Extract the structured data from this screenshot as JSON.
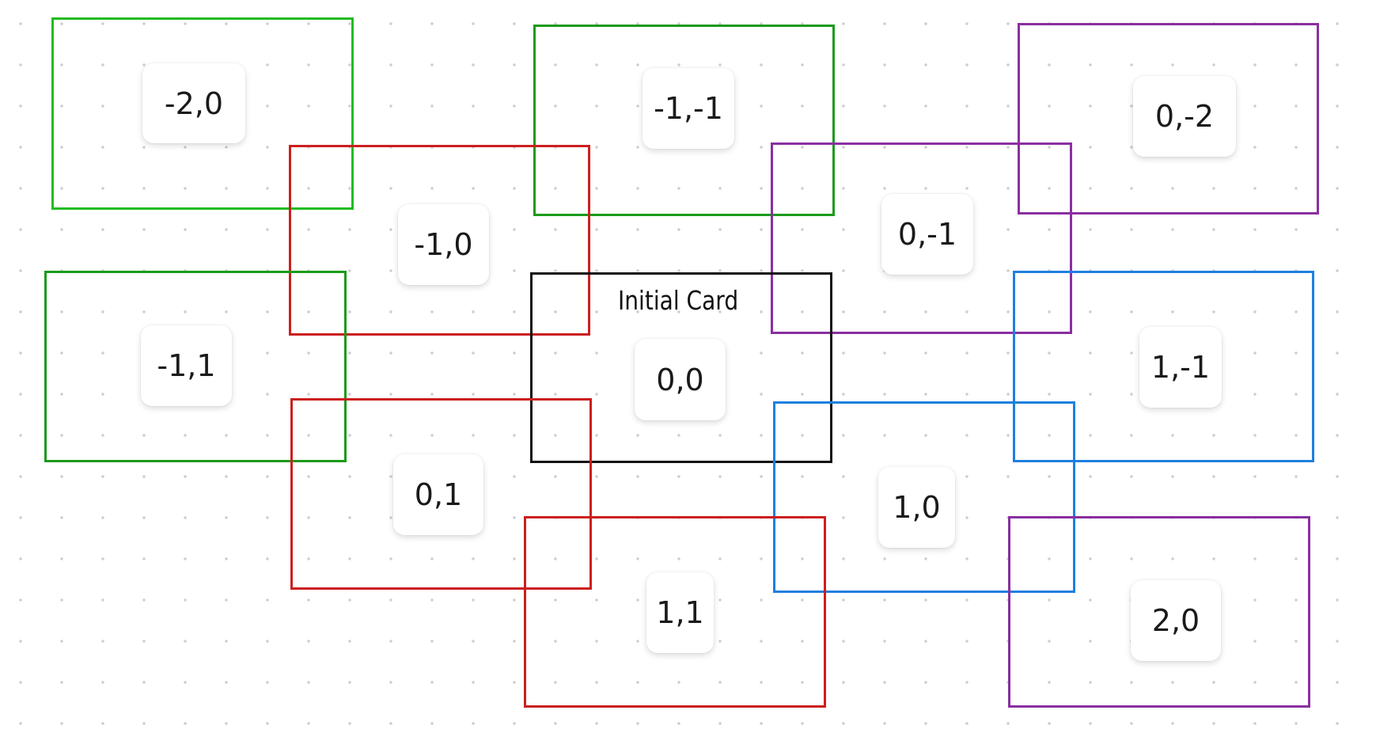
{
  "colors": {
    "green": "#22bb22",
    "green_dark": "#1a9a1a",
    "red": "#cc1f1f",
    "purple": "#8a2fa0",
    "blue": "#1f7fe0",
    "black": "#111111"
  },
  "initial_card": {
    "title": "Initial Card",
    "label": "0,0"
  },
  "cards": [
    {
      "id": "m2-0",
      "label": "-2,0",
      "color": "green"
    },
    {
      "id": "m1-m1",
      "label": "-1,-1",
      "color": "green_dark"
    },
    {
      "id": "0-m2",
      "label": "0,-2",
      "color": "purple"
    },
    {
      "id": "m1-0",
      "label": "-1,0",
      "color": "red"
    },
    {
      "id": "0-m1",
      "label": "0,-1",
      "color": "purple"
    },
    {
      "id": "m1-1",
      "label": "-1,1",
      "color": "green_dark"
    },
    {
      "id": "1-m1",
      "label": "1,-1",
      "color": "blue"
    },
    {
      "id": "0-1",
      "label": "0,1",
      "color": "red"
    },
    {
      "id": "1-0",
      "label": "1,0",
      "color": "blue"
    },
    {
      "id": "1-1",
      "label": "1,1",
      "color": "red"
    },
    {
      "id": "2-0",
      "label": "2,0",
      "color": "purple"
    }
  ]
}
